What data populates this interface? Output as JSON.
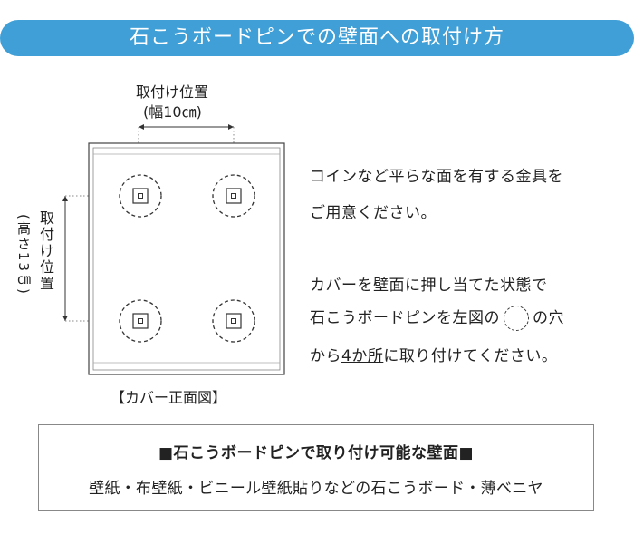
{
  "header": {
    "title": "石こうボードピンでの壁面への取付け方"
  },
  "diagram": {
    "width_label_line1": "取付け位置",
    "width_label_line2": "(幅10㎝)",
    "height_label_main": "取付け位置",
    "height_label_paren": "(高さ13㎝)",
    "caption": "【カバー正面図】"
  },
  "instructions": {
    "line1": "コインなど平らな面を有する金具を",
    "line2": "ご用意ください。",
    "line3": "カバーを壁面に押し当てた状態で",
    "line4_before": "石こうボードピンを左図の",
    "line4_after": "の穴",
    "line5_before": "から",
    "line5_underlined": "4か所",
    "line5_after": "に取り付けてください。"
  },
  "notice": {
    "title": "■石こうボードピンで取り付け可能な壁面■",
    "body": "壁紙・布壁紙・ビニール壁紙貼りなどの石こうボード・薄ベニヤ"
  }
}
